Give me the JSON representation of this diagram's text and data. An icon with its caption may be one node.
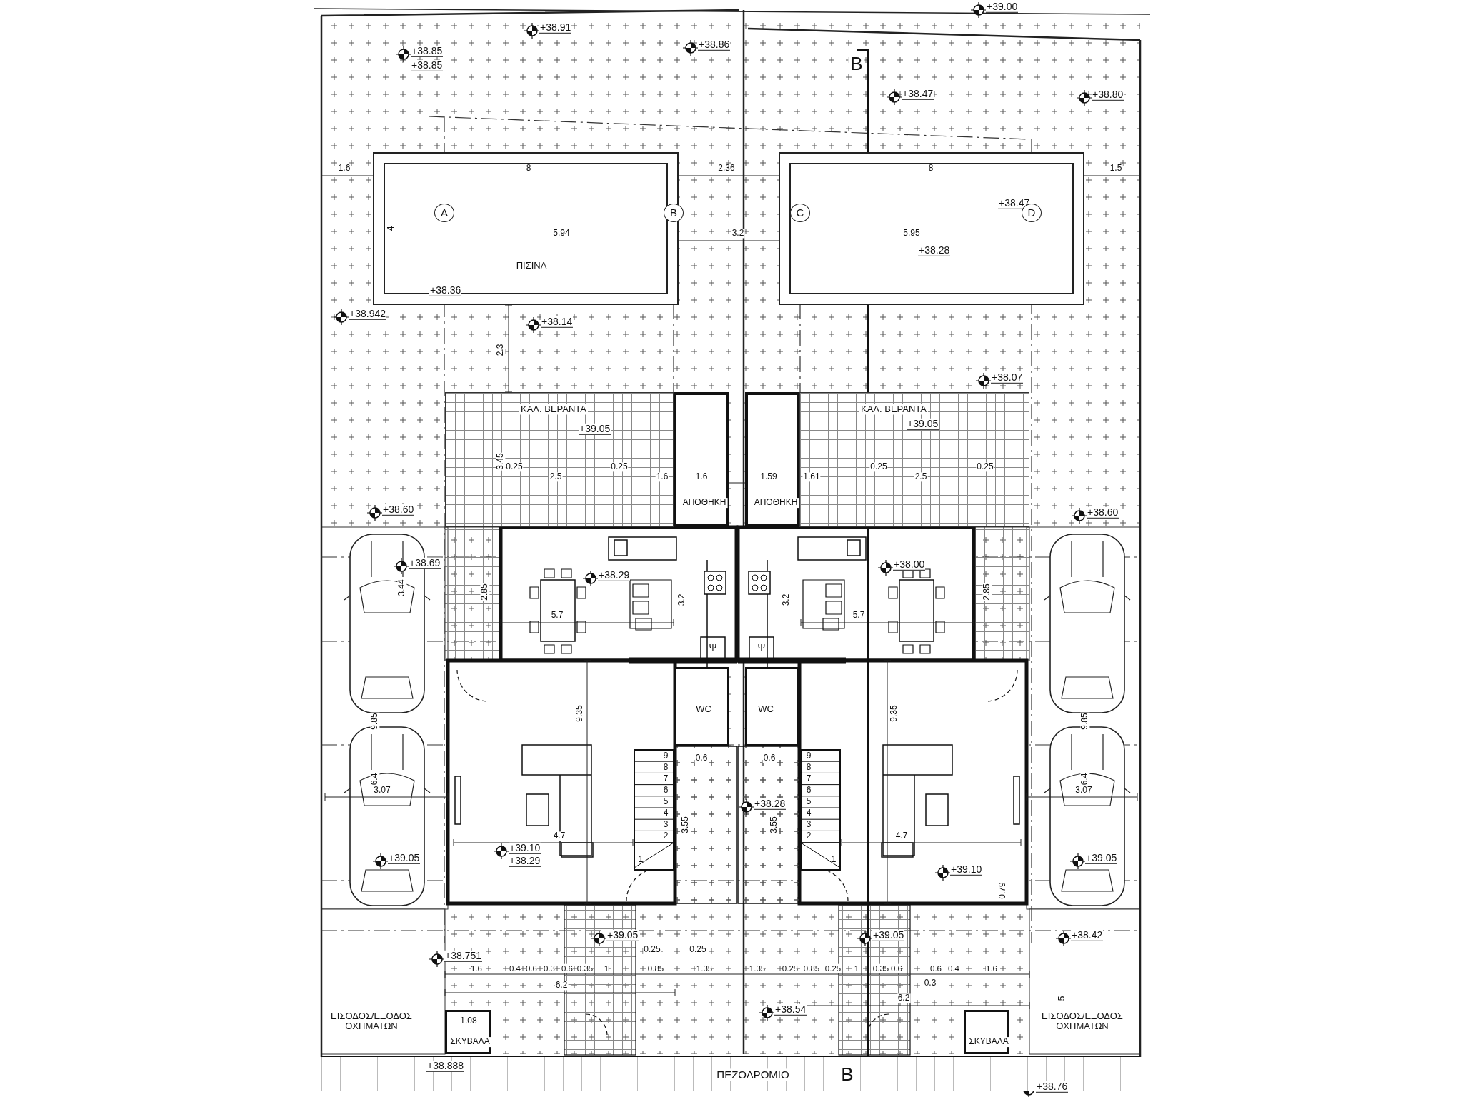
{
  "diagram": {
    "nodes": [
      {
        "text": [
          "ΠΙΣΙΝΑ"
        ]
      },
      {
        "text": [],
        "shape": "box"
      },
      {
        "text": [
          "ΚΑΛ. ΒΕΡΑΝΤΑ"
        ]
      },
      {
        "text": [
          "ΑΠΟΘΗΚΗ"
        ]
      },
      {
        "text": [
          "ΑΠΟΘΗΚΗ"
        ]
      },
      {
        "text": [
          "ΚΑΛ. ΒΕΡΑΝΤΑ"
        ]
      },
      {
        "text": [
          "WC"
        ]
      },
      {
        "text": [
          "WC"
        ]
      },
      {
        "text": [
          "ΣΚΥΒΑΛΑ"
        ]
      },
      {
        "text": [
          "ΣΚΥΒΑΛΑ"
        ]
      },
      {
        "text": [
          "ΠΕΖΟΔΡΟΜΙΟ"
        ]
      }
    ],
    "labels": [
      "+39.00",
      "+38.91",
      "+38.86",
      "+38.85",
      "+38.85",
      "B",
      "+38.47",
      "+38.80",
      "1.6",
      "8",
      "2.36",
      "8",
      "1.5",
      "A",
      "B",
      "C",
      "+38.47",
      "D",
      "4",
      "5.94",
      "3.2",
      "5.95",
      "+38.28",
      "+38.36",
      "+38.942",
      "+38.14",
      "2.3",
      "+38.07",
      "+39.05",
      "+39.05",
      "3.45",
      "0.25",
      "0.25",
      "0.25",
      "0.25",
      "2.5",
      "1.6",
      "1.6",
      "1.59",
      "1.61",
      "2.5",
      "+38.60",
      "+38.60",
      "+38.69",
      "+38.00",
      "+38.29",
      "3.44",
      "2.85",
      "3.2",
      "3.2",
      "2.85",
      "5.7",
      "5.7",
      "Ψ",
      "Ψ",
      "9.35",
      "9.35",
      "9.85",
      "9.85",
      "9",
      "0.6",
      "0.6",
      "9",
      "8",
      "8",
      "6.4",
      "7",
      "7",
      "6.4",
      "3.07",
      "6",
      "6",
      "3.07",
      "5",
      "+38.28",
      "5",
      "4",
      "4",
      "3",
      "3.55",
      "3.55",
      "3",
      "4.7",
      "2",
      "2",
      "4.7",
      "+39.10",
      "+39.05",
      "+38.29",
      "1",
      "1",
      "+39.05",
      "+39.10",
      "0.79",
      "+39.05",
      "+39.05",
      "+38.42",
      "0.25",
      "0.25",
      "+38.751",
      "1.6",
      "0.4",
      "0.6",
      "0.3",
      "0.6",
      "0.35",
      "1",
      "0.85",
      "1.35",
      "1.35",
      "0.25",
      "0.85",
      "0.25",
      "1",
      "0.35",
      "0.6",
      "0.6",
      "0.4",
      "1.6",
      "6.2",
      "0.3",
      "6.2",
      "5",
      "+38.54",
      "ΕΙΣΟΔΟΣ/ΕΞΟΔΟΣ ΟΧΗΜΑΤΩΝ",
      "1.08",
      "ΕΙΣΟΔΟΣ/ΕΞΟΔΟΣ ΟΧΗΜΑΤΩΝ",
      "+38.888",
      "B",
      "+38.76"
    ]
  }
}
